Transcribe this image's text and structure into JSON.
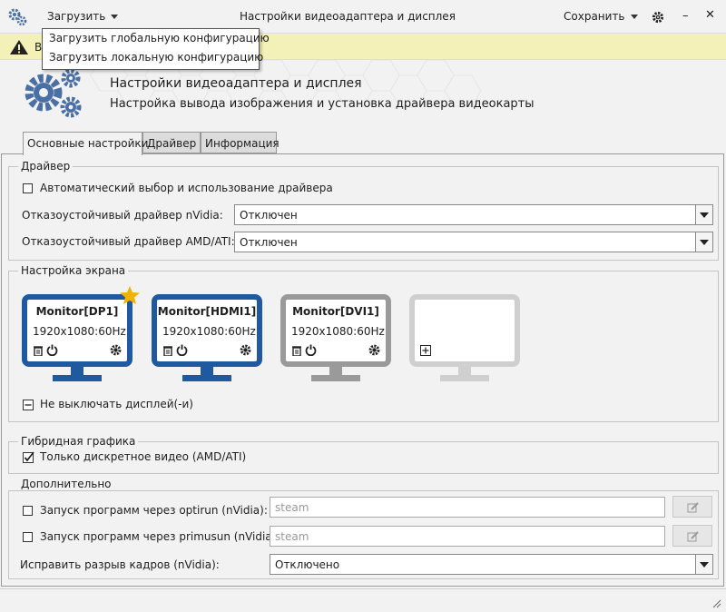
{
  "window": {
    "title": "Настройки видеоадаптера и дисплея",
    "load_label": "Загрузить",
    "save_label": "Сохранить",
    "minimize": "–",
    "close": "✕"
  },
  "load_menu": {
    "items": [
      "Загрузить глобальную конфигурацию",
      "Загрузить локальную конфигурацию"
    ]
  },
  "warning": {
    "partial_text": "В"
  },
  "header": {
    "title": "Настройки видеоадаптера и дисплея",
    "subtitle": "Настройка вывода изображения и установка драйвера видеокарты"
  },
  "tabs": [
    "Основные настройки",
    "Драйвер",
    "Информация"
  ],
  "driver": {
    "legend": "Драйвер",
    "auto_label": "Автоматический выбор и использование драйвера",
    "auto_checked": false,
    "nvidia_label": "Отказоустойчивый драйвер nVidia:",
    "nvidia_value": "Отключен",
    "amd_label": "Отказоустойчивый драйвер AMD/ATI:",
    "amd_value": "Отключен"
  },
  "screen": {
    "legend": "Настройка экрана",
    "monitors": [
      {
        "name": "Monitor[DP1]",
        "res": "1920x1080:60Hz",
        "state": "active",
        "primary": true,
        "color": "#1f5aa0"
      },
      {
        "name": "Monitor[HDMI1]",
        "res": "1920x1080:60Hz",
        "state": "active",
        "primary": false,
        "color": "#1f5aa0"
      },
      {
        "name": "Monitor[DVI1]",
        "res": "1920x1080:60Hz",
        "state": "inactive",
        "primary": false,
        "color": "#9a9a9a"
      },
      {
        "name": "",
        "res": "",
        "state": "add",
        "primary": false,
        "color": "#cfcfcf"
      }
    ],
    "keep_on_label": "Не выключать дисплей(-и)",
    "keep_on_state": "indeterminate"
  },
  "hybrid": {
    "legend": "Гибридная графика",
    "discrete_label": "Только дискретное видео (AMD/ATI)",
    "discrete_checked": true
  },
  "extra": {
    "legend": "Дополнительно",
    "optirun_label": "Запуск программ через optirun (nVidia):",
    "optirun_placeholder": "steam",
    "primusun_label": "Запуск программ через primusun (nVidia):",
    "primusun_placeholder": "steam",
    "tearing_label": "Исправить разрыв кадров (nVidia):",
    "tearing_value": "Отключено"
  },
  "colors": {
    "accent": "#1f5aa0",
    "warning_bg": "#f4f1b8",
    "gear": "#4a6fa5",
    "star": "#f0b400"
  }
}
